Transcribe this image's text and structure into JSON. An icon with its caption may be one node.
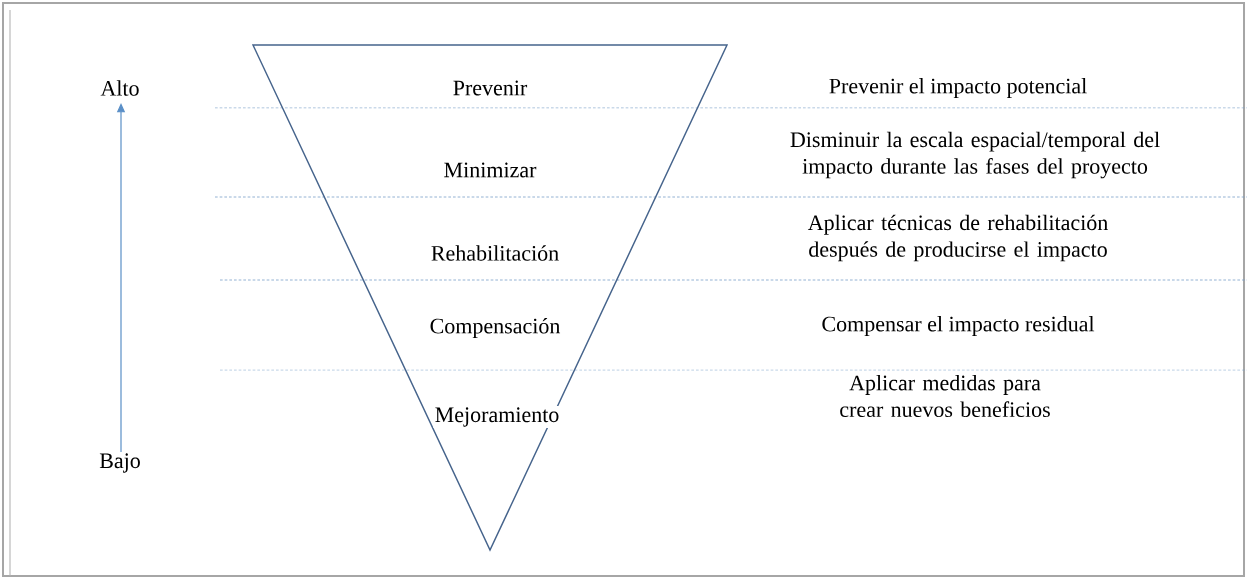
{
  "diagram": {
    "labels": [
      "Alto",
      "Prevenir",
      "Prevenir el impacto potencial",
      "Minimizar",
      "Disminuir la escala espacial/temporal del impacto durante las fases del proyecto",
      "Rehabilitación",
      "Aplicar técnicas de rehabilitación después de producirse el impacto",
      "Compensación",
      "Compensar el impacto residual",
      "Mejoramiento",
      "Aplicar medidas para crear nuevos beneficios",
      "Bajo"
    ]
  }
}
